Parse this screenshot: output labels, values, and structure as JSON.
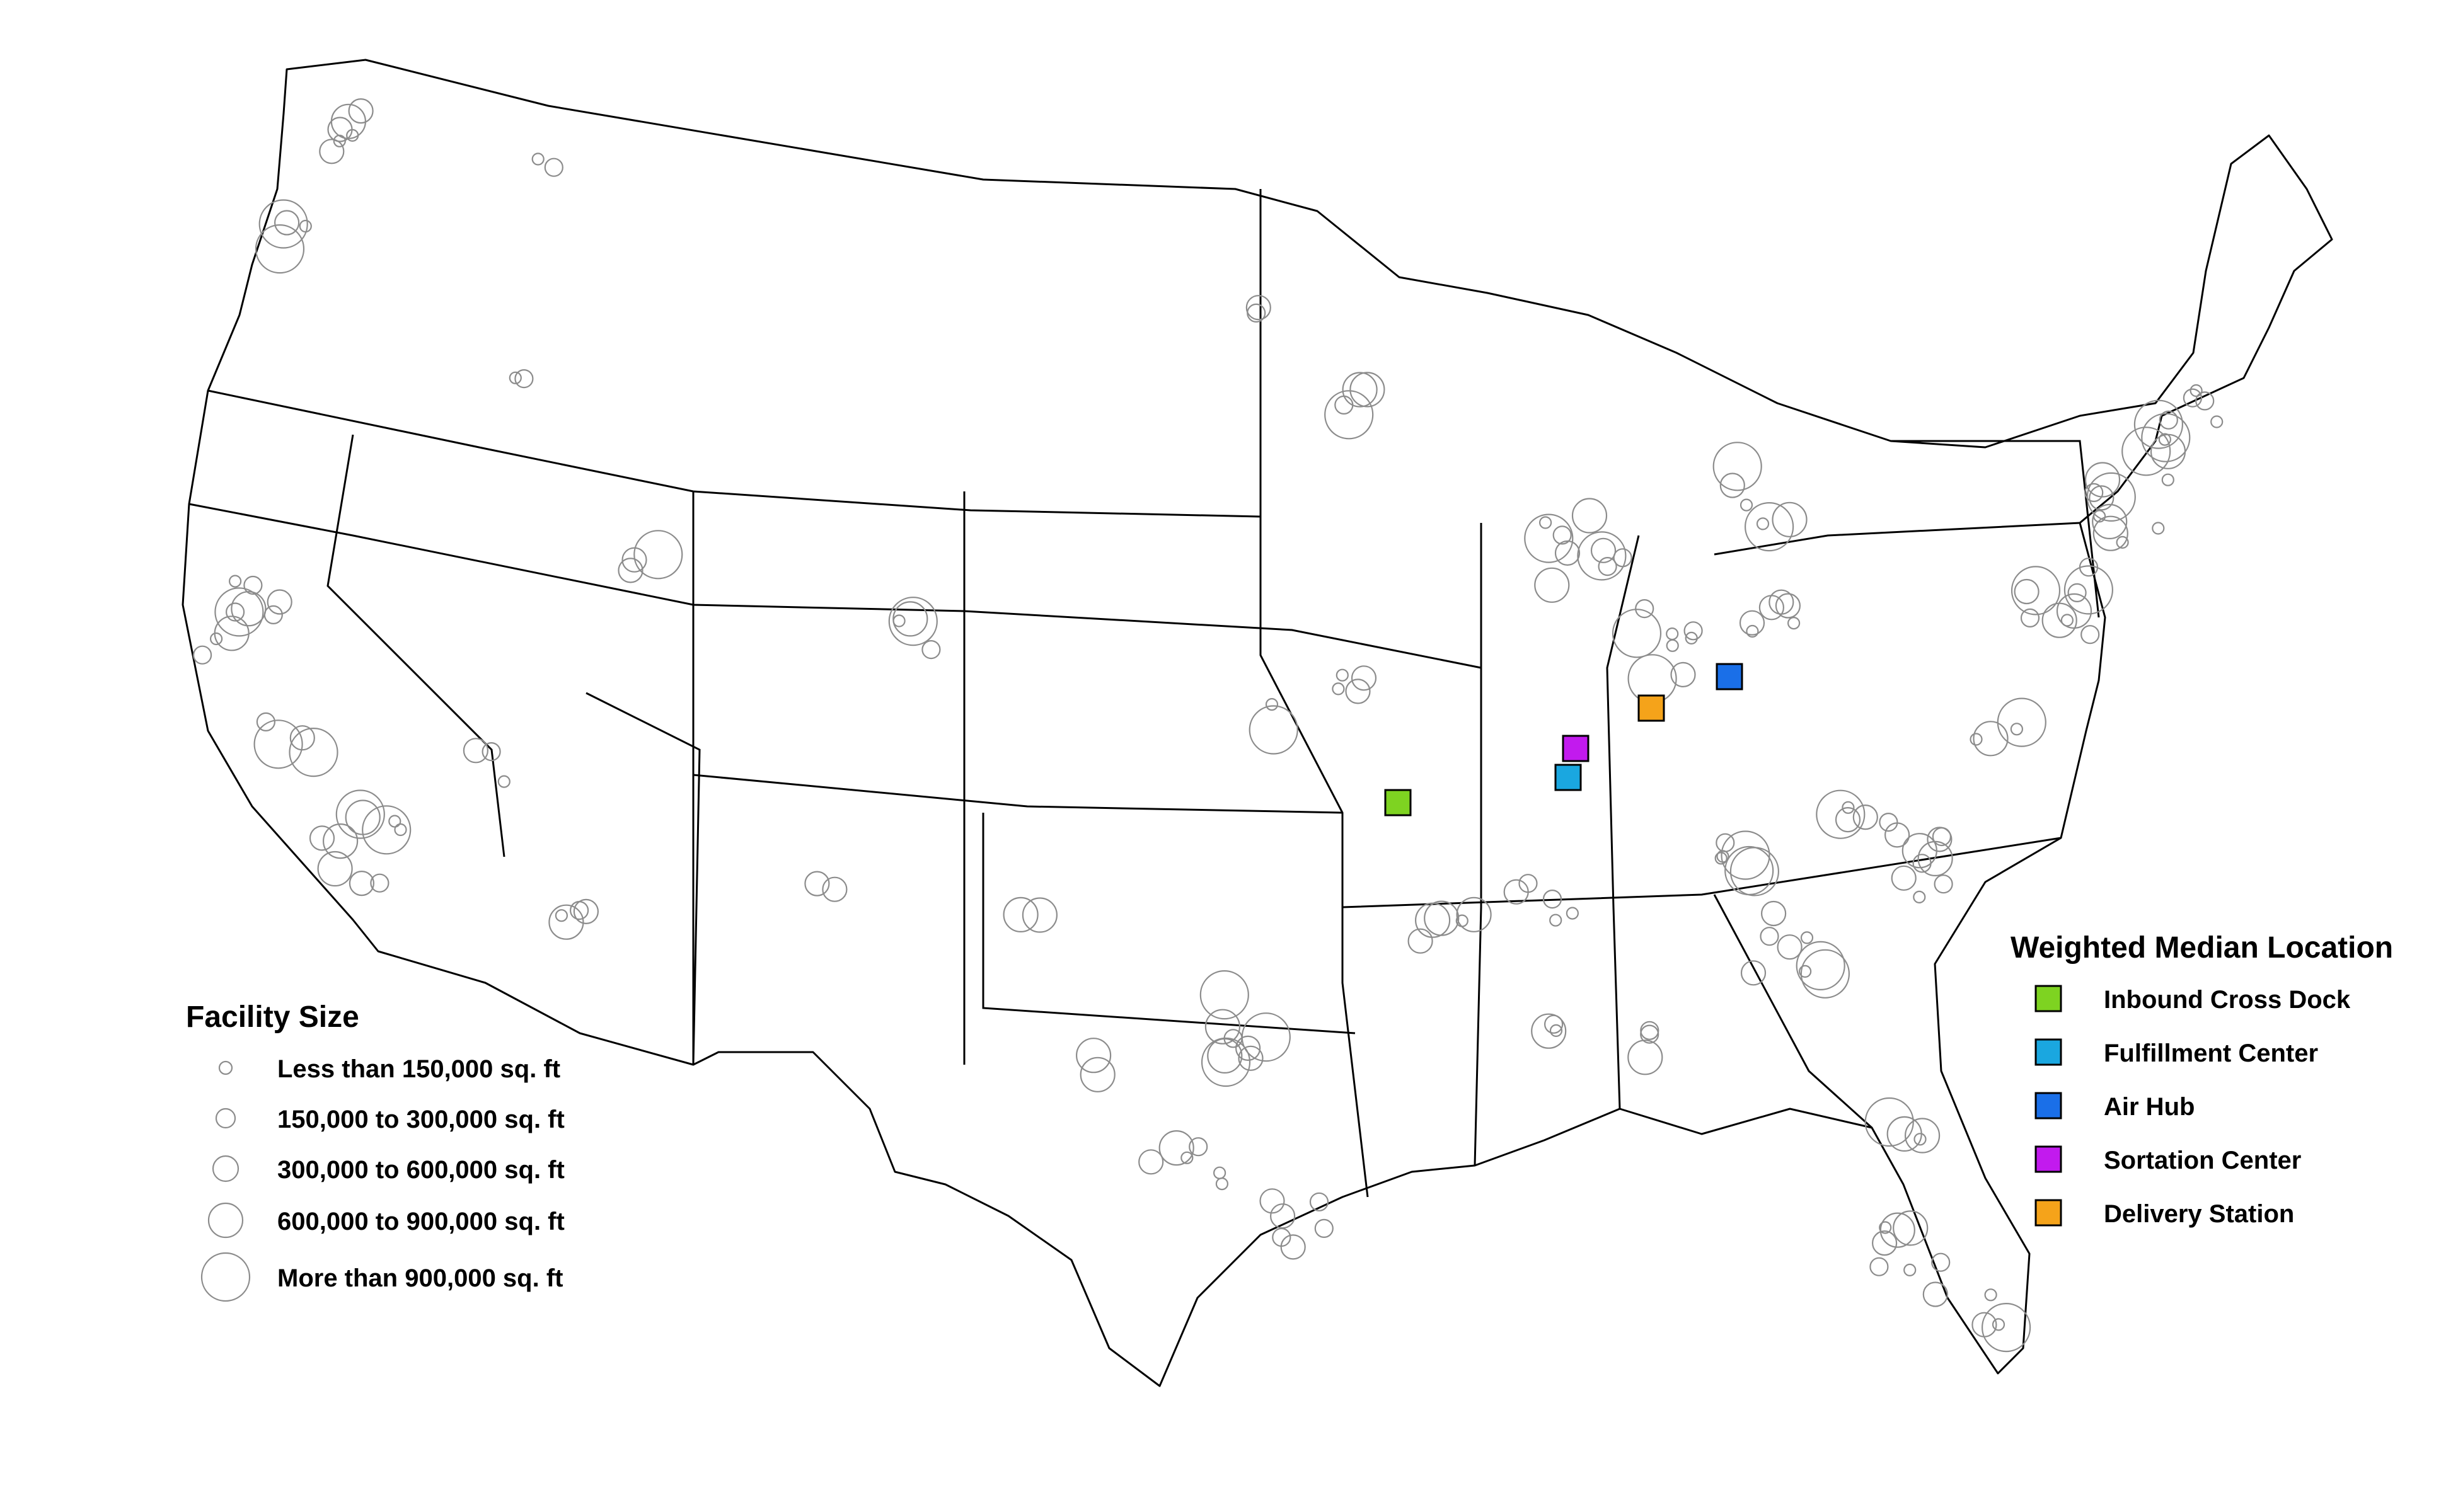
{
  "size_legend": {
    "title": "Facility Size",
    "items": [
      {
        "label": "Less than 150,000 sq. ft"
      },
      {
        "label": "150,000 to 300,000 sq. ft"
      },
      {
        "label": "300,000 to 600,000 sq. ft"
      },
      {
        "label": "600,000 to 900,000 sq. ft"
      },
      {
        "label": "More than 900,000 sq. ft"
      }
    ]
  },
  "median_legend": {
    "title": "Weighted Median Location",
    "items": [
      {
        "label": "Inbound Cross Dock",
        "color": "#7ed321"
      },
      {
        "label": "Fulfillment Center",
        "color": "#1aa7e0"
      },
      {
        "label": "Air Hub",
        "color": "#1a6fe8"
      },
      {
        "label": "Sortation Center",
        "color": "#c21aee"
      },
      {
        "label": "Delivery Station",
        "color": "#f5a31a"
      }
    ]
  },
  "colors": {
    "state_fill": "#ffffff",
    "state_stroke": "#000000",
    "facility_circle": "#8c8c8c"
  }
}
